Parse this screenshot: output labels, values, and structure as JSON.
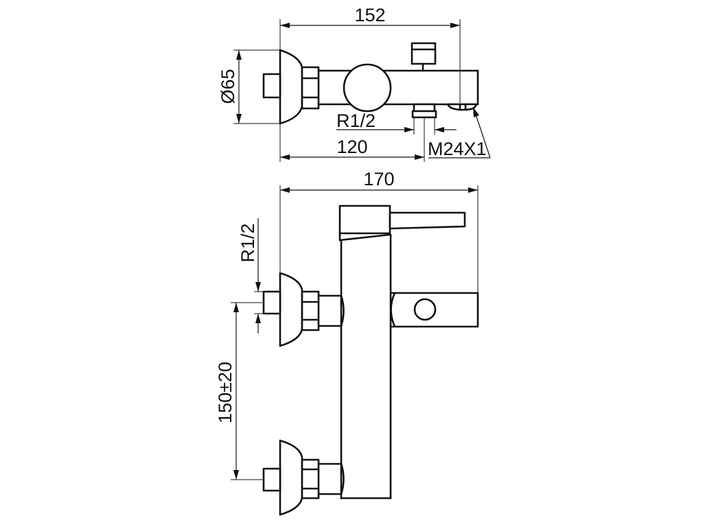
{
  "labels": {
    "top_width": "152",
    "flange_diameter": "Ø65",
    "top_thread": "R1/2",
    "top_inlet_length": "120",
    "outlet_thread": "M24X1",
    "front_width": "170",
    "front_thread": "R1/2",
    "inlet_spacing": "150±20"
  }
}
